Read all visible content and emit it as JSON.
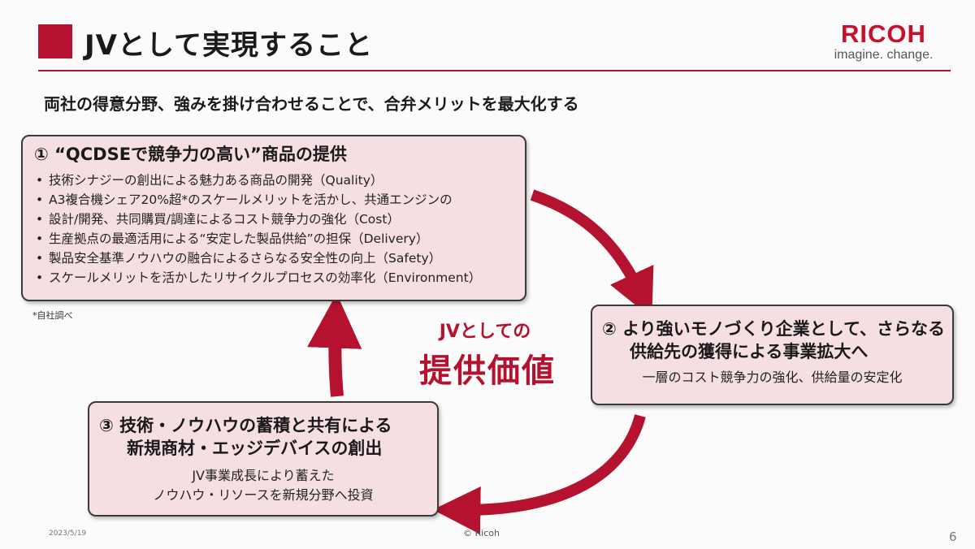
{
  "header": {
    "title": "JVとして実現すること",
    "logo_word": "RICOH",
    "logo_tagline": "imagine. change.",
    "accent_color": "#b5122f"
  },
  "subtitle": "両社の得意分野、強みを掛け合わせることで、合弁メリットを最大化する",
  "card1": {
    "title": "① “QCDSEで競争力の高い”商品の提供",
    "bullets": [
      "技術シナジーの創出による魅力ある商品の開発（Quality）",
      "A3複合機シェア20%超*のスケールメリットを活かし、共通エンジンの",
      "設計/開発、共同購買/調達によるコスト競争力の強化（Cost）",
      "生産拠点の最適活用による“安定した製品供給”の担保（Delivery）",
      "製品安全基準ノウハウの融合によるさらなる安全性の向上（Safety）",
      "スケールメリットを活かしたリサイクルプロセスの効率化（Environment）"
    ]
  },
  "footnote": "*自社調べ",
  "card2": {
    "title_line1": "② より強いモノづくり企業として、さらなる",
    "title_line2": "供給先の獲得による事業拡大へ",
    "body": "一層のコスト競争力の強化、供給量の安定化"
  },
  "card3": {
    "title_line1": "③ 技術・ノウハウの蓄積と共有による",
    "title_line2": "新規商材・エッジデバイスの創出",
    "body_line1": "JV事業成長により蓄えた",
    "body_line2": "ノウハウ・リソースを新規分野へ投資"
  },
  "center": {
    "line1": "JVとしての",
    "line2": "提供価値"
  },
  "footer": {
    "date": "2023/5/19",
    "copyright": "© Ricoh",
    "page": "6"
  }
}
